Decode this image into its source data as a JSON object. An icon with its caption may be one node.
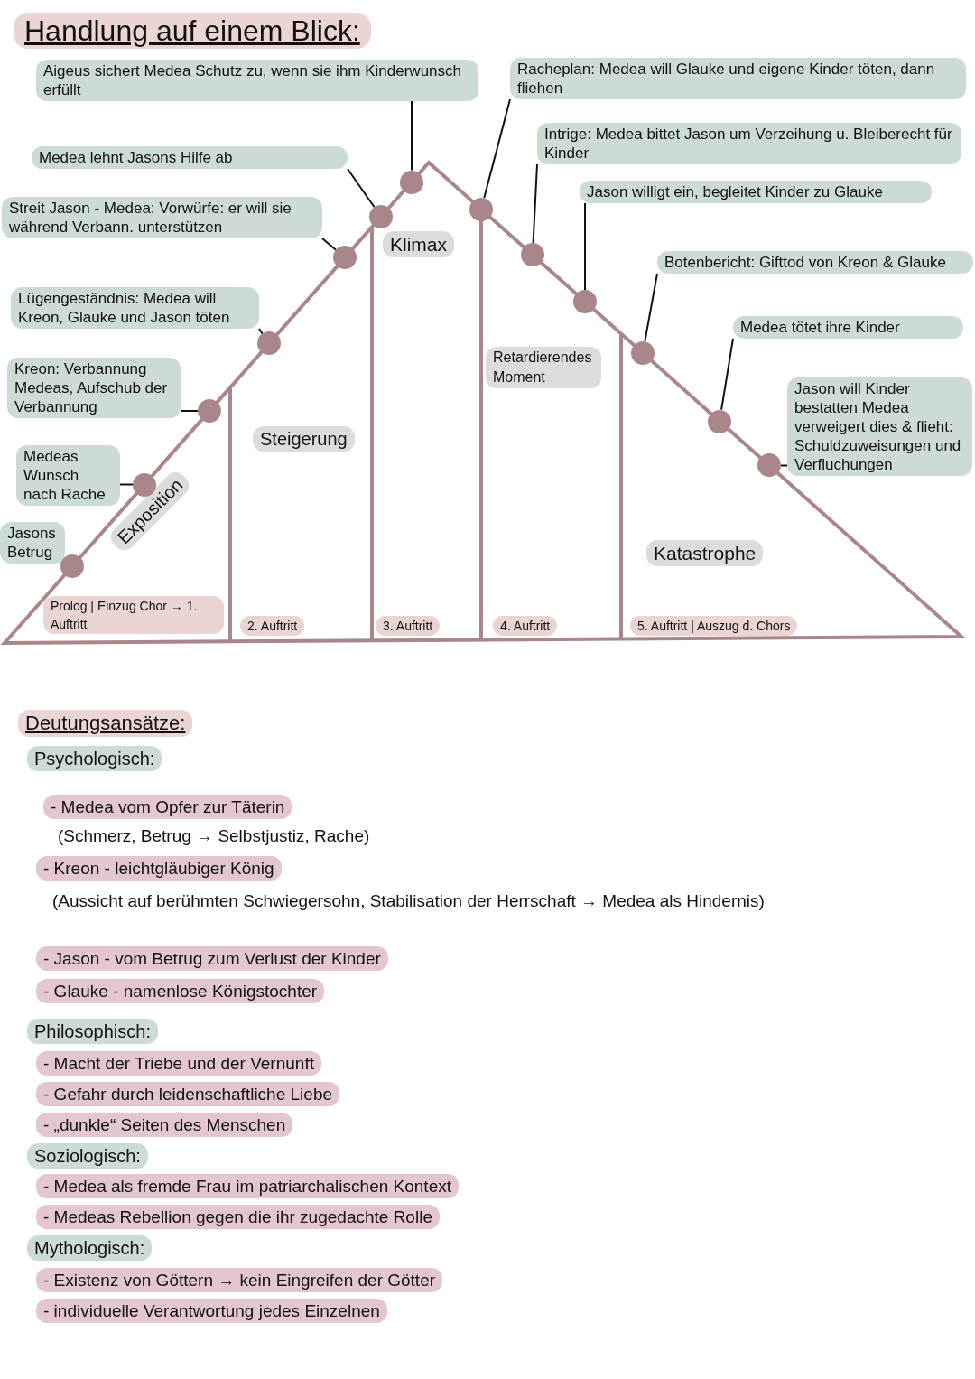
{
  "diagram": {
    "title": "Handlung auf einem Blick:",
    "nodes": [
      {
        "text": [
          "Aigeus sichert Medea Schutz zu, wenn sie ihm Kinderwunsch erfüllt"
        ]
      },
      {
        "text": [
          "Medea lehnt Jasons Hilfe ab"
        ]
      },
      {
        "text": [
          "Streit Jason - Medea: Vorwürfe: er will sie während Verbann. unterstützen"
        ]
      },
      {
        "text": [
          "Lügengeständnis: Medea will Kreon, Glauke und Jason töten"
        ]
      },
      {
        "text": [
          "Kreon: Verbannung Medeas, Aufschub der Verbannung"
        ]
      },
      {
        "text": [
          "Medeas Wunsch nach Rache"
        ]
      },
      {
        "text": [
          "Jasons Betrug"
        ]
      },
      {
        "text": [
          "Racheplan: Medea will Glauke und eigene Kinder töten, dann fliehen"
        ]
      },
      {
        "text": [
          "Intrige: Medea bittet Jason um Verzeihung u. Bleiberecht für Kinder"
        ]
      },
      {
        "text": [
          "Jason willigt ein, begleitet Kinder zu Glauke"
        ]
      },
      {
        "text": [
          "Botenbericht: Gifttod von Kreon & Glauke"
        ]
      },
      {
        "text": [
          "Medea tötet ihre Kinder"
        ]
      },
      {
        "text": [
          "Jason will Kinder bestatten Medea verweigert dies & flieht: Schuldzuweisungen und Verfluchungen"
        ]
      },
      {
        "text": [],
        "shape": "circle"
      },
      {
        "text": [],
        "shape": "circle"
      },
      {
        "text": [],
        "shape": "circle"
      },
      {
        "text": [],
        "shape": "circle"
      },
      {
        "text": [],
        "shape": "circle"
      },
      {
        "text": [],
        "shape": "circle"
      },
      {
        "text": [],
        "shape": "circle"
      },
      {
        "text": [],
        "shape": "circle"
      },
      {
        "text": [],
        "shape": "circle"
      },
      {
        "text": [],
        "shape": "circle"
      },
      {
        "text": [],
        "shape": "circle"
      },
      {
        "text": [],
        "shape": "circle"
      },
      {
        "text": [],
        "shape": "circle"
      }
    ],
    "edges": [
      {
        "from": 0,
        "to": 19,
        "arrow": "none"
      },
      {
        "from": 1,
        "to": 18,
        "arrow": "none"
      },
      {
        "from": 2,
        "to": 17,
        "arrow": "none"
      },
      {
        "from": 3,
        "to": 16,
        "arrow": "none"
      },
      {
        "from": 4,
        "to": 15,
        "arrow": "none"
      },
      {
        "from": 5,
        "to": 14,
        "arrow": "none"
      },
      {
        "from": 6,
        "to": 13,
        "arrow": "none"
      },
      {
        "from": 7,
        "to": 20,
        "arrow": "none"
      },
      {
        "from": 8,
        "to": 21,
        "arrow": "none"
      },
      {
        "from": 9,
        "to": 22,
        "arrow": "none"
      },
      {
        "from": 10,
        "to": 23,
        "arrow": "none"
      },
      {
        "from": 11,
        "to": 24,
        "arrow": "none"
      },
      {
        "from": 12,
        "to": 25,
        "arrow": "none"
      }
    ],
    "labels": [
      "Exposition",
      "Steigerung",
      "Klimax",
      "Retardierendes Moment",
      "Katastrophe",
      "Prolog | Einzug Chor → 1. Auftritt",
      "2. Auftritt",
      "3. Auftritt",
      "4. Auftritt",
      "5. Auftritt | Auszug d. Chors",
      "Deutungsansätze:",
      "Psychologisch:",
      "- Medea vom Opfer zur Täterin",
      "(Schmerz, Betrug → Selbstjustiz, Rache)",
      "- Kreon - leichtgläubiger König",
      "(Aussicht auf berühmten Schwiegersohn, Stabilisation der Herrschaft → Medea als Hindernis)",
      "- Jason - vom Betrug zum Verlust der Kinder",
      "- Glauke - namenlose Königstochter",
      "Philosophisch:",
      "- Macht der Triebe und der Vernunft",
      "- Gefahr durch leidenschaftliche Liebe",
      "- „dunkle“ Seiten des Menschen",
      "Soziologisch:",
      "- Medea als fremde Frau im patriarchalischen Kontext",
      "- Medeas Rebellion gegen die ihr zugedachte Rolle",
      "Mythologisch:",
      "- Existenz von Göttern → kein Eingreifen der Götter",
      "- individuelle Verantwortung jedes Einzelnen"
    ]
  }
}
